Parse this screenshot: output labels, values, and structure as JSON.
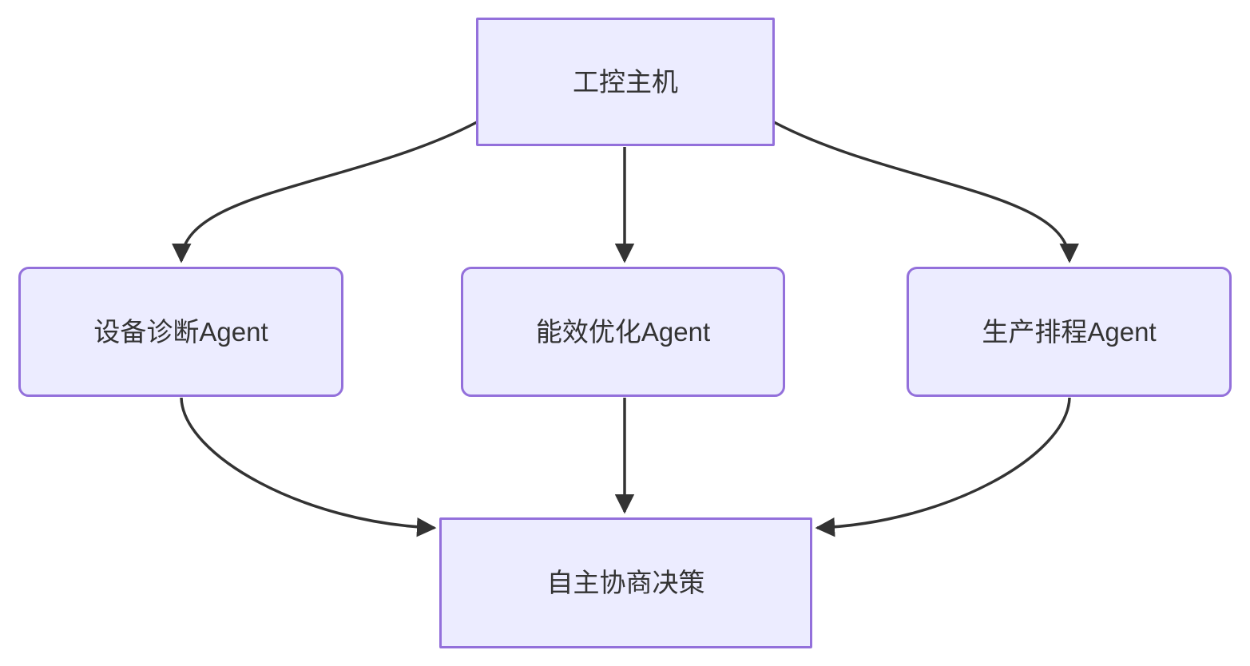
{
  "diagram": {
    "type": "flowchart-top-down",
    "background_color": "#FFFFFF",
    "node_fill_color": "#ECECFF",
    "node_border_color": "#9370DB",
    "edge_color": "#333333",
    "text_color": "#333333",
    "nodes": [
      {
        "id": "host",
        "label": "工控主机",
        "shape": "rectangle"
      },
      {
        "id": "device-diagnosis",
        "label": "设备诊断Agent",
        "shape": "rounded-rectangle"
      },
      {
        "id": "energy-optimization",
        "label": "能效优化Agent",
        "shape": "rounded-rectangle"
      },
      {
        "id": "production-scheduling",
        "label": "生产排程Agent",
        "shape": "rounded-rectangle"
      },
      {
        "id": "negotiation-decision",
        "label": "自主协商决策",
        "shape": "rectangle"
      }
    ],
    "edges": [
      {
        "from": "工控主机",
        "to": "设备诊断Agent",
        "arrow": "normal"
      },
      {
        "from": "工控主机",
        "to": "能效优化Agent",
        "arrow": "normal"
      },
      {
        "from": "工控主机",
        "to": "生产排程Agent",
        "arrow": "normal"
      },
      {
        "from": "设备诊断Agent",
        "to": "自主协商决策",
        "arrow": "normal"
      },
      {
        "from": "能效优化Agent",
        "to": "自主协商决策",
        "arrow": "normal"
      },
      {
        "from": "生产排程Agent",
        "to": "自主协商决策",
        "arrow": "normal"
      }
    ]
  }
}
